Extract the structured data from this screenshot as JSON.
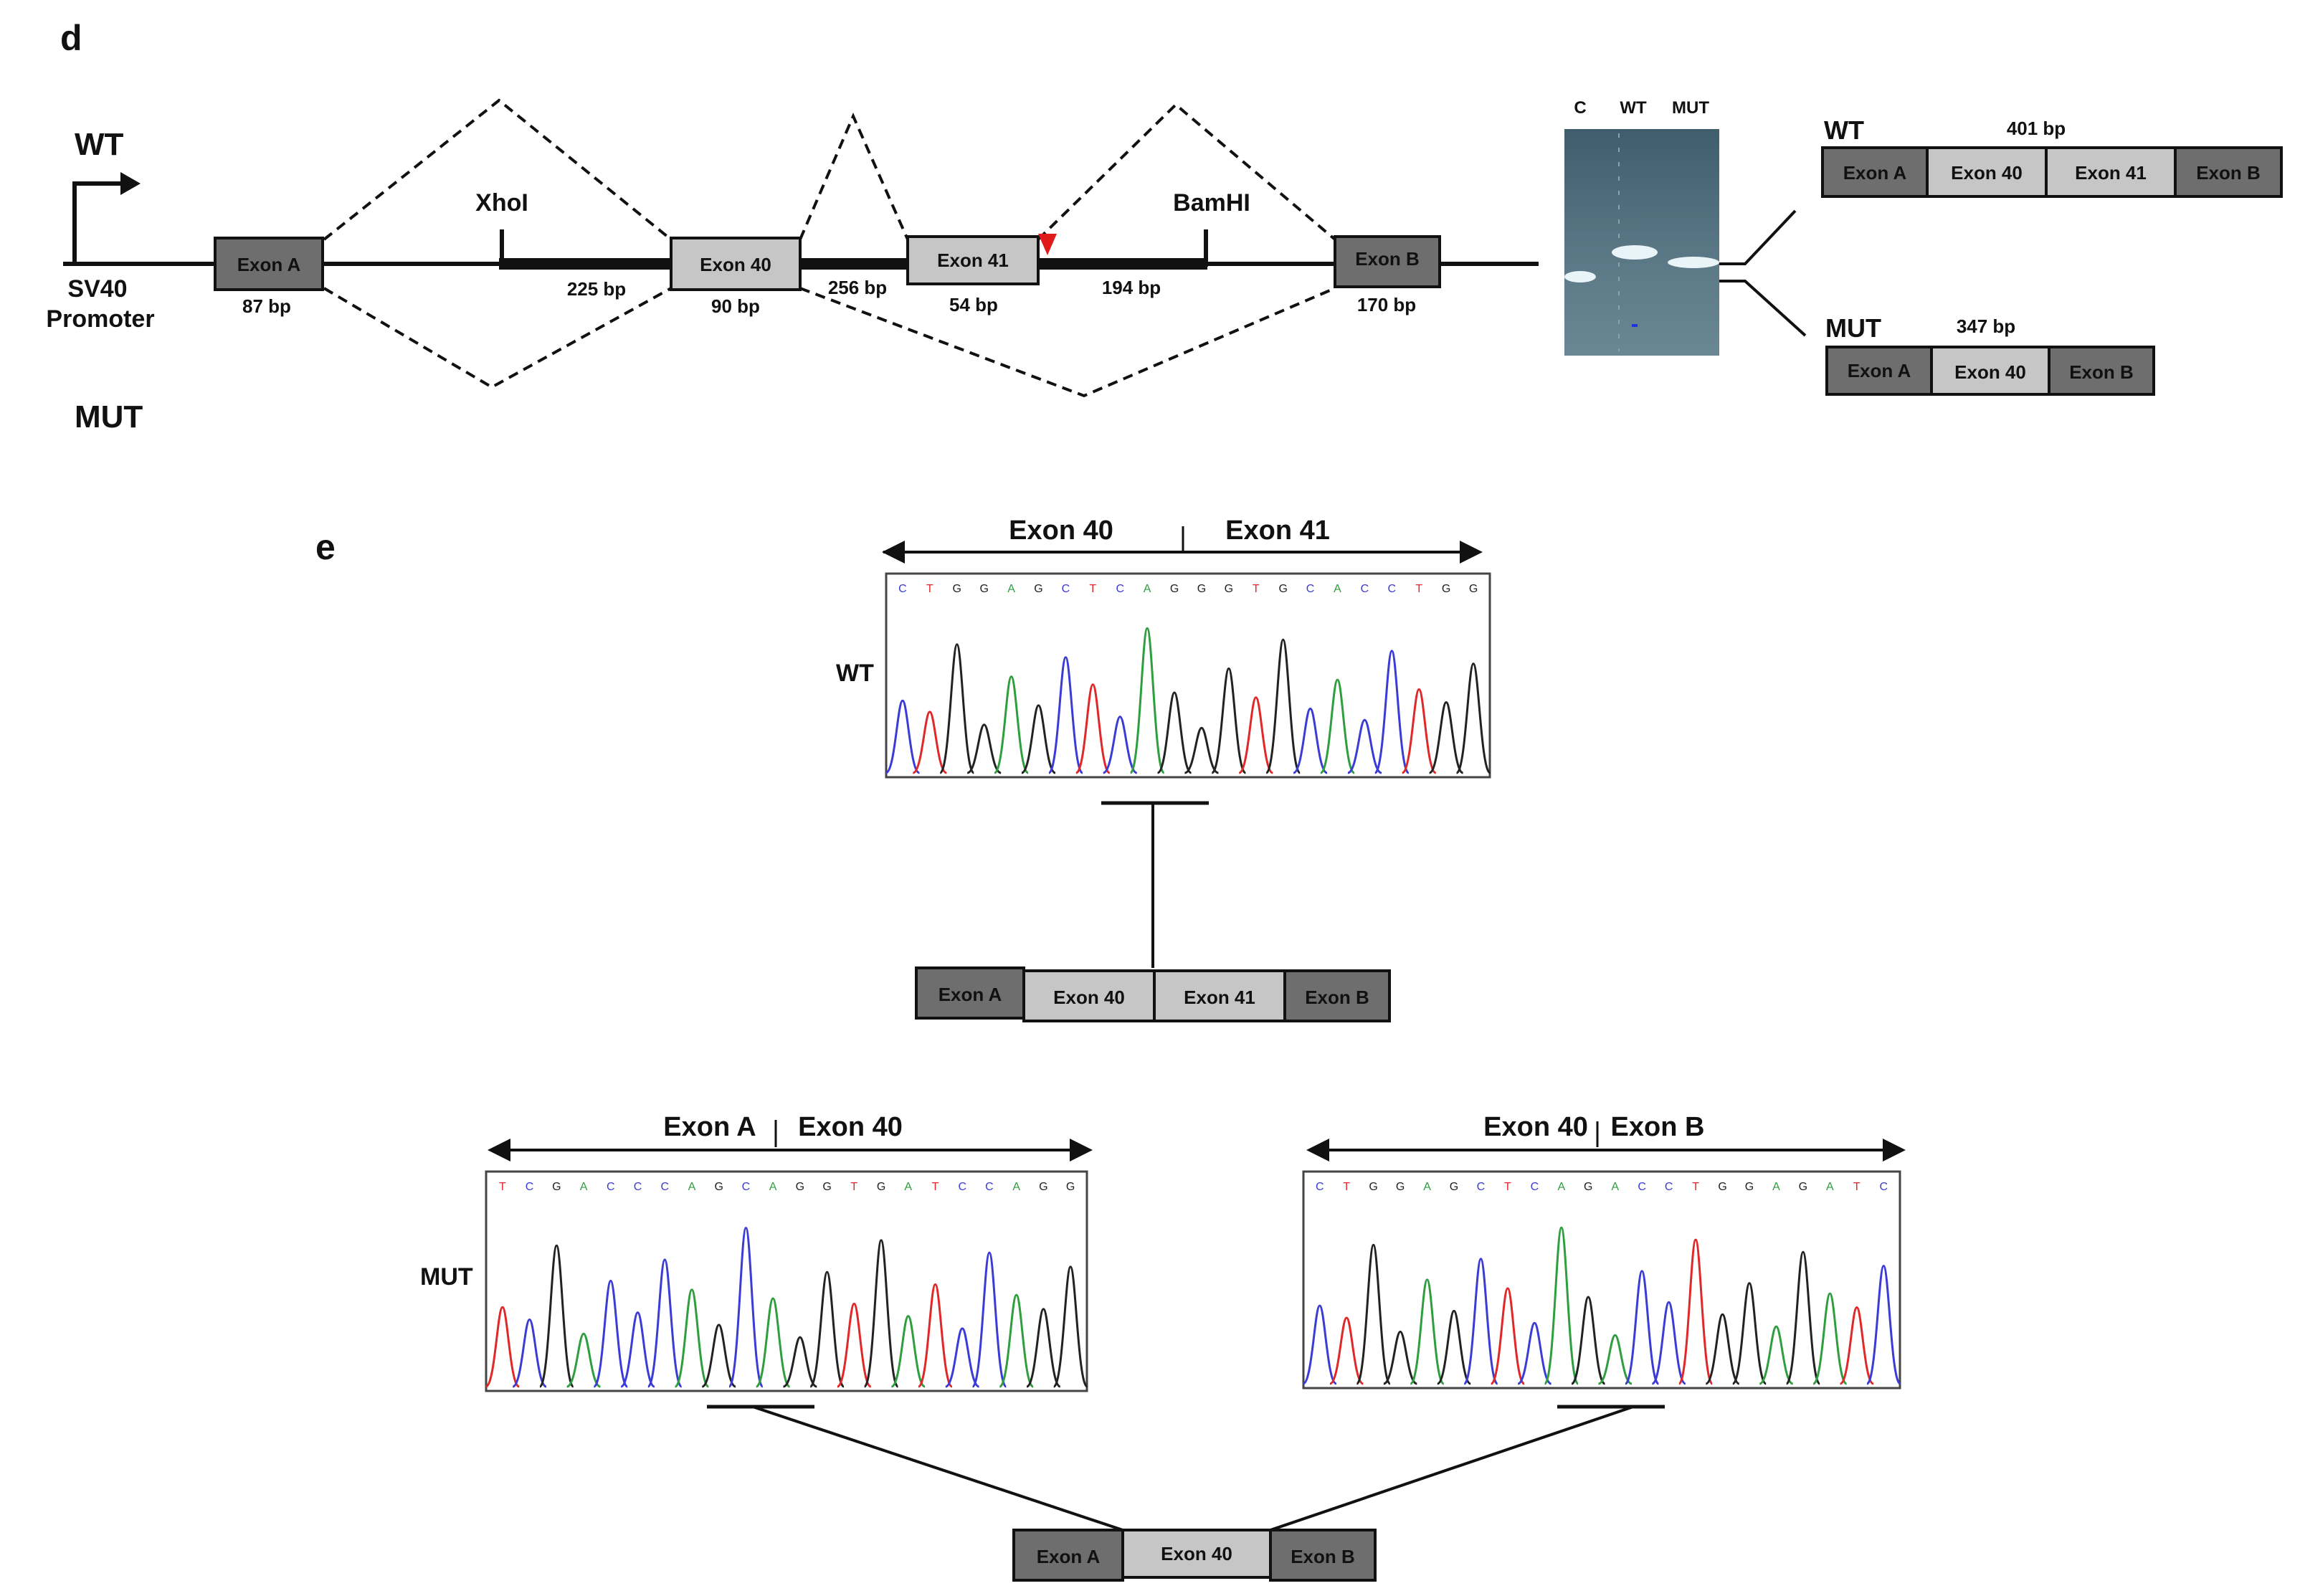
{
  "panel_d": {
    "letter": "d",
    "wt_label": "WT",
    "mut_label": "MUT",
    "promoter_line1": "SV40",
    "promoter_line2": "Promoter",
    "exons": {
      "exon_a": {
        "label": "Exon A",
        "size": "87 bp"
      },
      "exon_40": {
        "label": "Exon 40",
        "size": "90 bp"
      },
      "exon_41": {
        "label": "Exon 41",
        "size": "54 bp"
      },
      "exon_b": {
        "label": "Exon B",
        "size": "170 bp"
      }
    },
    "introns": {
      "intron_1": "225 bp",
      "intron_2": "256 bp",
      "intron_3": "194 bp"
    },
    "restriction_sites": {
      "site_1": "XhoI",
      "site_2": "BamHI"
    },
    "gel": {
      "lanes": [
        "C",
        "WT",
        "MUT"
      ],
      "colors": {
        "background": "#4d6b7a",
        "band": "#e8f4f8"
      }
    },
    "products": {
      "wt": {
        "label": "WT",
        "size": "401 bp",
        "exons": [
          "Exon A",
          "Exon 40",
          "Exon 41",
          "Exon B"
        ]
      },
      "mut": {
        "label": "MUT",
        "size": "347 bp",
        "exons": [
          "Exon A",
          "Exon 40",
          "Exon B"
        ]
      }
    },
    "colors": {
      "dark_exon": "#6e6e6e",
      "light_exon": "#c6c6c6",
      "mutation_marker": "#e01b1b"
    }
  },
  "panel_e": {
    "letter": "e",
    "wt": {
      "row_label": "WT",
      "arrow_left": "Exon 40",
      "arrow_right": "Exon 41",
      "sequence": "CTGGAGCTCAGGGTGCACCTGG",
      "exons": [
        "Exon A",
        "Exon 40",
        "Exon 41",
        "Exon B"
      ]
    },
    "mut": {
      "row_label": "MUT",
      "left_trace": {
        "arrow_left": "Exon A",
        "arrow_right": "Exon 40",
        "sequence": "TCGACCCAGCAGGTGATCCAGG"
      },
      "right_trace": {
        "arrow_left": "Exon 40",
        "arrow_right": "Exon B",
        "sequence": "CTGGAGCTCAGACCTGGAGATC"
      },
      "exons": [
        "Exon A",
        "Exon 40",
        "Exon B"
      ]
    },
    "base_colors": {
      "A": "#2e9e3e",
      "C": "#3b3bd6",
      "G": "#222222",
      "T": "#e02828"
    }
  }
}
